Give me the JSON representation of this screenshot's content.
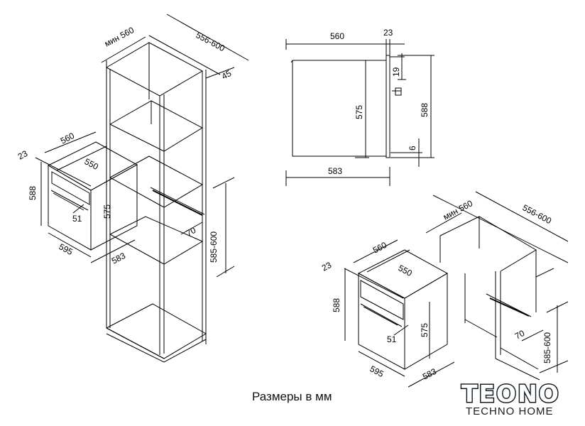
{
  "caption": "Размеры в мм",
  "logo": {
    "main": "TEONO",
    "sub": "TECHNO HOME"
  },
  "column_install": {
    "min_width": "мин 560",
    "depth": "556-600",
    "gap": "45",
    "opening_height": "585-600",
    "opening_depth": "70"
  },
  "oven_left": {
    "d23": "23",
    "d560": "560",
    "d550": "550",
    "d588": "588",
    "d575": "575",
    "d51": "51",
    "d595": "595",
    "d583": "583"
  },
  "side_view": {
    "d560": "560",
    "d23": "23",
    "d19": "19",
    "d575": "575",
    "d588": "588",
    "d6": "6",
    "d583": "583"
  },
  "under_counter_install": {
    "min_width": "мин 560",
    "depth": "556-600",
    "opening_depth": "70",
    "opening_height": "585-600"
  },
  "oven_right": {
    "d23": "23",
    "d560": "560",
    "d550": "550",
    "d588": "588",
    "d575": "575",
    "d51": "51",
    "d595": "595",
    "d583": "583"
  }
}
